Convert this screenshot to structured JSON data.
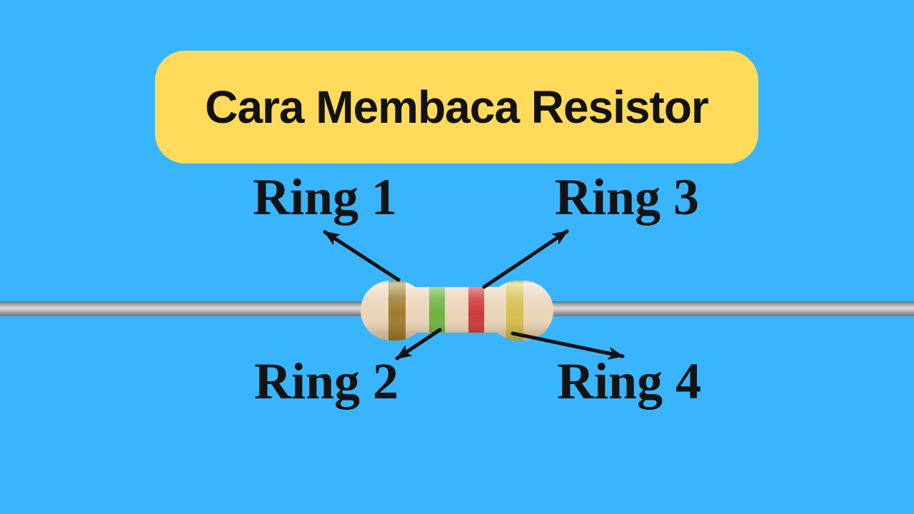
{
  "title": {
    "text": "Cara Membaca Resistor"
  },
  "rings": [
    {
      "id": "ring1",
      "label": "Ring 1",
      "band_color": "#9E7C2B",
      "band_color_name": "brown-gold"
    },
    {
      "id": "ring2",
      "label": "Ring 2",
      "band_color": "#6DB33F",
      "band_color_name": "green"
    },
    {
      "id": "ring3",
      "label": "Ring 3",
      "band_color": "#CF3838",
      "band_color_name": "red"
    },
    {
      "id": "ring4",
      "label": "Ring 4",
      "band_color": "#D5C04C",
      "band_color_name": "yellow"
    }
  ],
  "colors": {
    "background": "#39B5FE",
    "title_box": "#FFDA5B",
    "title_text": "#121212",
    "label_text": "#131313",
    "arrow": "#111111",
    "wire": "#A8A8A8",
    "resistor_body": "#EBD5B9"
  }
}
